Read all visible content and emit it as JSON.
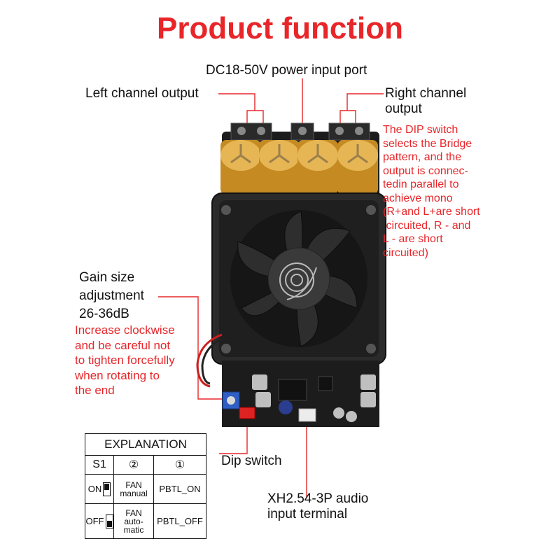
{
  "title": "Product function",
  "labels": {
    "power_input": "DC18-50V power input port",
    "left_output": "Left channel output",
    "right_output_line1": "Right channel",
    "right_output_line2": "output",
    "gain_line1": "Gain size",
    "gain_line2": "adjustment",
    "gain_line3": "26-36dB",
    "dip_switch": "Dip switch",
    "audio_line1": "XH2.54-3P audio",
    "audio_line2": "input terminal"
  },
  "notes": {
    "dip_note": [
      "The DIP switch",
      "selects the Bridge",
      "pattern, and the",
      "output is connec-",
      "tedin parallel to",
      "achieve mono",
      "(R+and L+are short",
      " circuited, R - and",
      "L - are short",
      "circuited)"
    ],
    "gain_note": [
      "Increase clockwise",
      "and be careful not",
      "to tighten forcefully",
      "when rotating to",
      "the end"
    ]
  },
  "explanation": {
    "heading": "EXPLANATION",
    "col_s1": "S1",
    "col_2": "②",
    "col_1": "①",
    "row_on": {
      "state": "ON",
      "fan_line1": "FAN",
      "fan_line2": "manual",
      "pbtl": "PBTL_ON"
    },
    "row_off": {
      "state": "OFF",
      "fan_line1": "FAN",
      "fan_line2": "auto-",
      "fan_line3": "matic",
      "pbtl": "PBTL_OFF"
    }
  },
  "colors": {
    "title_red": "#e8262a",
    "pointer_line": "#e8262a",
    "capacitor": "#d9a233",
    "board": "#1c1c1c"
  }
}
